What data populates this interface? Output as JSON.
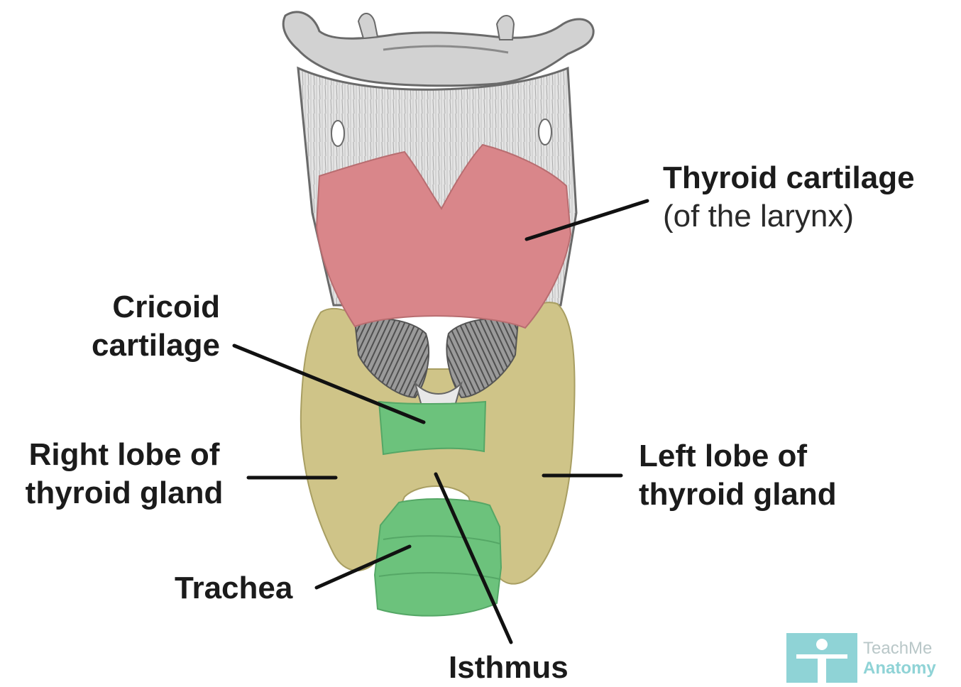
{
  "labels": {
    "thyroid_cartilage": {
      "title": "Thyroid cartilage",
      "sub": "(of the larynx)"
    },
    "cricoid_cartilage": {
      "line1": "Cricoid",
      "line2": "cartilage"
    },
    "right_lobe": {
      "line1": "Right lobe of",
      "line2": "thyroid gland"
    },
    "left_lobe": {
      "line1": "Left lobe of",
      "line2": "thyroid gland"
    },
    "trachea": "Trachea",
    "isthmus": "Isthmus"
  },
  "watermark": {
    "line1": "TeachMe",
    "line2": "Anatomy"
  },
  "colors": {
    "thyroid_cartilage": "#d9868a",
    "thyroid_gland": "#cfc488",
    "trachea_cricoid": "#6cc27c",
    "bone_cartilage": "#dcdcdc",
    "leader_lines": "#111111",
    "brand": "#8fd3d6"
  }
}
